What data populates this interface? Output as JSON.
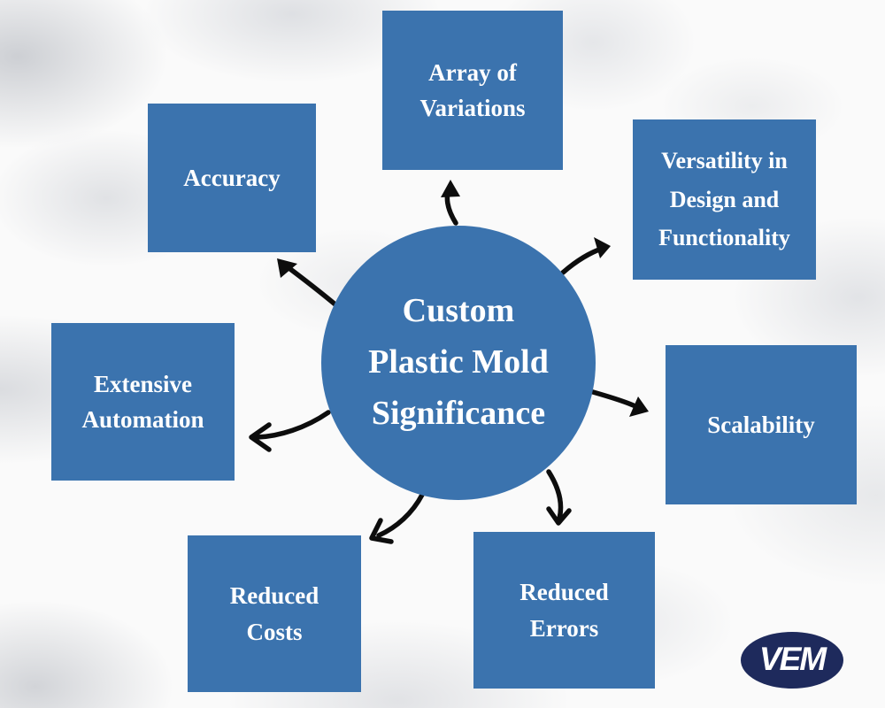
{
  "diagram": {
    "center": {
      "lines": [
        "Custom",
        "Plastic Mold",
        "Significance"
      ]
    },
    "nodes": {
      "array_of_variations": {
        "lines": [
          "Array of",
          "Variations"
        ]
      },
      "versatility": {
        "lines": [
          "Versatility in",
          "Design and",
          "Functionality"
        ]
      },
      "scalability": {
        "lines": [
          "Scalability"
        ]
      },
      "reduced_errors": {
        "lines": [
          "Reduced",
          "Errors"
        ]
      },
      "reduced_costs": {
        "lines": [
          "Reduced",
          "Costs"
        ]
      },
      "extensive_automation": {
        "lines": [
          "Extensive",
          "Automation"
        ]
      },
      "accuracy": {
        "lines": [
          "Accuracy"
        ]
      }
    },
    "arrows": [
      "center-to-array-of-variations",
      "center-to-versatility",
      "center-to-scalability",
      "center-to-reduced-errors",
      "center-to-reduced-costs",
      "center-to-extensive-automation",
      "center-to-accuracy"
    ]
  },
  "logo": {
    "text": "VEM"
  },
  "colors": {
    "node_fill": "#3b73ae",
    "node_text": "#ffffff",
    "arrow": "#0d0d0d",
    "logo_fill": "#1e2a5c",
    "logo_text": "#ffffff",
    "background": "#fafafa"
  }
}
